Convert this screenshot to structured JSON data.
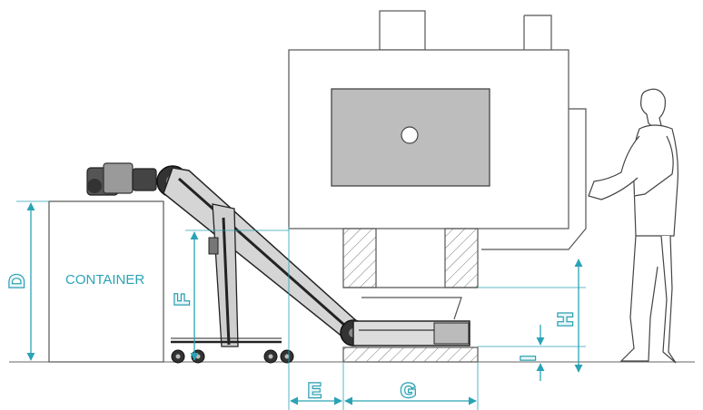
{
  "labels": {
    "container": "CONTAINER",
    "dim_d": "D",
    "dim_f": "F",
    "dim_e": "E",
    "dim_g": "G",
    "dim_h": "H",
    "dim_i": "I"
  },
  "colors": {
    "dimension": "#2aa3b5",
    "outline": "#555555",
    "machine_panel": "#bdbdbd",
    "conveyor_dark": "#2b2b2b"
  }
}
